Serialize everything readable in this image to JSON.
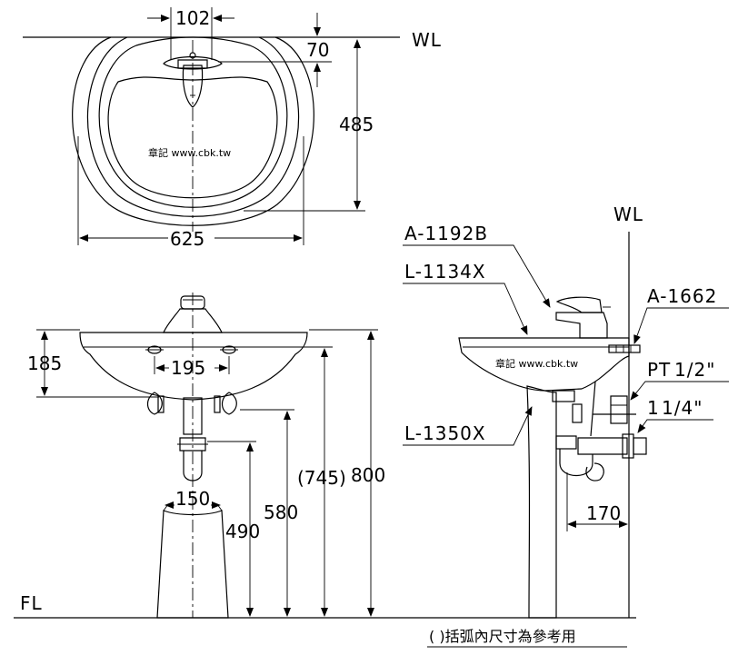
{
  "datums": {
    "wall_line": "WL",
    "floor_line": "FL"
  },
  "dimensions": {
    "faucet_hole_spacing": "102",
    "hole_offset": "70",
    "basin_depth": "485",
    "basin_width": "625",
    "basin_height": "185",
    "mount_spacing": "195",
    "pedestal_width": "150",
    "height_490": "490",
    "height_580": "580",
    "height_745": "(745)",
    "height_800": "800",
    "side_offset": "170"
  },
  "part_labels": {
    "faucet": "A-1192B",
    "basin": "L-1134X",
    "pedestal": "L-1350X",
    "bracket": "A-1662",
    "supply_size": "PT",
    "supply_fraction": "1/2\"",
    "drain_size": "1",
    "drain_fraction": "1/4\""
  },
  "watermark": "章記 www.cbk.tw",
  "footnote": "(  )括弧內尺寸為參考用"
}
